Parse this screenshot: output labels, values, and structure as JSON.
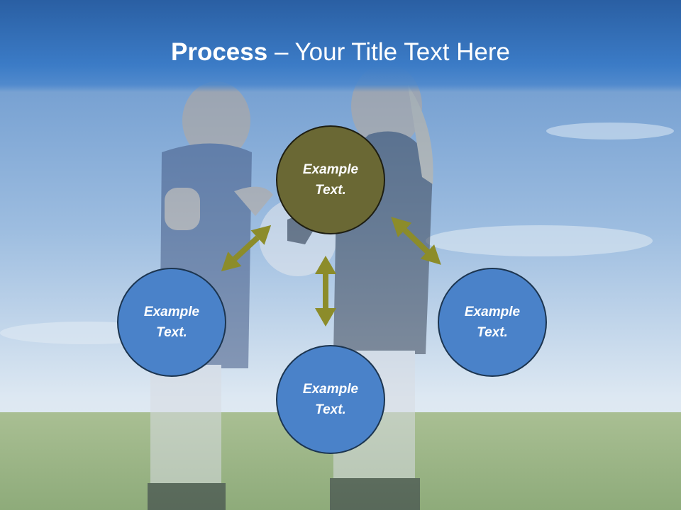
{
  "slide": {
    "title_bold": "Process",
    "title_rest": " – Your Title Text Here"
  },
  "nodes": {
    "center": "Example Text.",
    "left": "Example Text.",
    "bottom": "Example Text.",
    "right": "Example Text."
  },
  "colors": {
    "title_band": "#3b7bc6",
    "center_node": "#6a6834",
    "outer_node": "#4a82c9",
    "arrow": "#8c8c2a"
  },
  "background_image": "two children in soccer uniforms holding a ball, sky and grass field, faded overlay"
}
